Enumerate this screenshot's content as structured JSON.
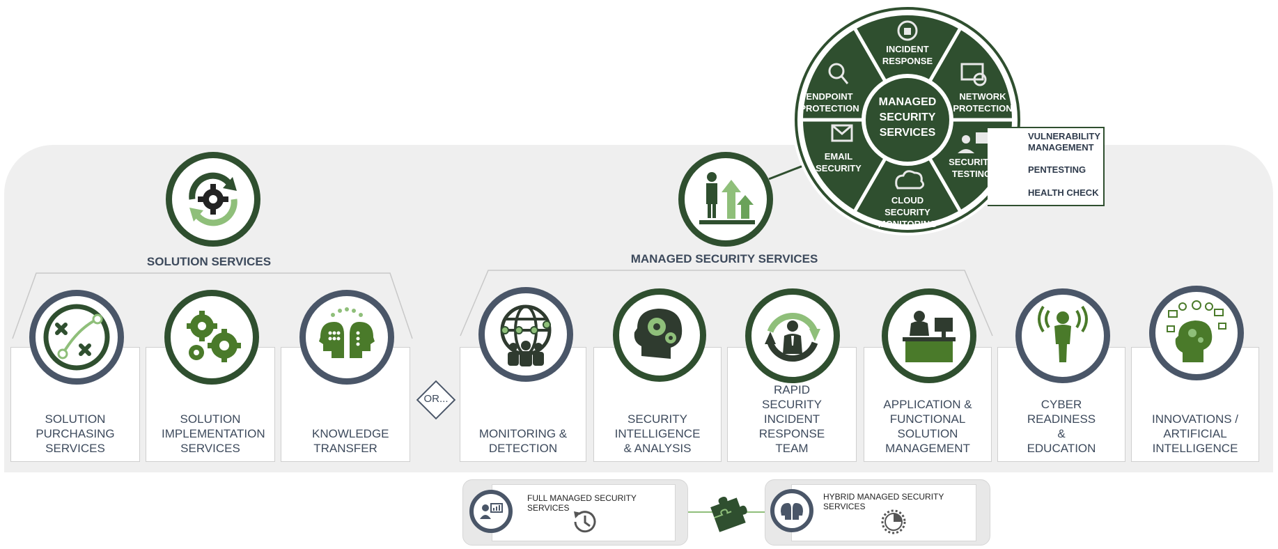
{
  "sections": {
    "solution_services_title": "SOLUTION SERVICES",
    "managed_security_title": "MANAGED SECURITY SERVICES",
    "or_label": "OR..."
  },
  "solution_services": [
    {
      "label": "SOLUTION PURCHASING SERVICES",
      "icon": "strategy-play-icon"
    },
    {
      "label": "SOLUTION IMPLEMENTATION SERVICES",
      "icon": "gears-icon"
    },
    {
      "label": "KNOWLEDGE TRANSFER",
      "icon": "heads-transfer-icon"
    }
  ],
  "managed_services": [
    {
      "label": "MONITORING & DETECTION",
      "icon": "globe-people-icon"
    },
    {
      "label": "SECURITY INTELLIGENCE & ANALYSIS",
      "icon": "brain-gear-icon"
    },
    {
      "label": "RAPID SECURITY INCIDENT RESPONSE TEAM",
      "icon": "person-cycle-icon"
    },
    {
      "label": "APPLICATION & FUNCTIONAL SOLUTION MANAGEMENT",
      "icon": "desk-manager-icon"
    },
    {
      "label": "CYBER READINESS & EDUCATION",
      "icon": "person-signal-icon"
    },
    {
      "label": "INNOVATIONS / ARTIFICIAL INTELLIGENCE",
      "icon": "ai-head-icon"
    }
  ],
  "wheel": {
    "center": "MANAGED SECURITY SERVICES",
    "segments": {
      "incident_response": "INCIDENT RESPONSE",
      "network_protection": "NETWORK PROTECTION",
      "security_testing": "SECURITY TESTING",
      "cloud_security": "CLOUD SECURITY MONITORING",
      "email_security": "EMAIL SECURITY",
      "endpoint_protection": "ENDPOINT PROTECTION"
    },
    "testing_list": [
      "VULNERABILITY MANAGEMENT",
      "PENTESTING",
      "HEALTH CHECK"
    ]
  },
  "bottom": {
    "full": "FULL MANAGED SECURITY SERVICES",
    "hybrid": "HYBRID MANAGED SECURITY SERVICES"
  },
  "colors": {
    "dark_green": "#2f4f2f",
    "mid_green": "#4a7a2a",
    "light_green": "#8fbf7a",
    "slate": "#4a5668",
    "text": "#3d4a5c"
  }
}
